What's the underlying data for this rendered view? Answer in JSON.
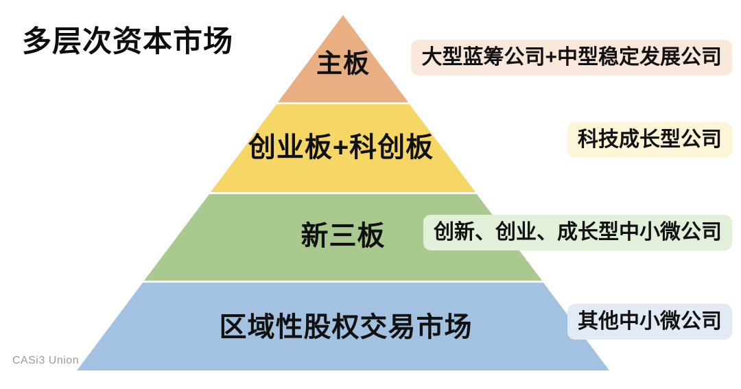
{
  "page": {
    "title": "多层次资本市场",
    "watermark": "CASi3 Union"
  },
  "pyramid": {
    "tiers": [
      {
        "label": "主板",
        "fill": "#E9AE82",
        "annotation": "大型蓝筹公司+中型稳定发展公司",
        "annotation_bg": "#FAE8DB"
      },
      {
        "label": "创业板+科创板",
        "fill": "#F6D664",
        "annotation": "科技成长型公司",
        "annotation_bg": "#FDF5D7"
      },
      {
        "label": "新三板",
        "fill": "#A9C98E",
        "annotation": "创新、创业、成长型中小微公司",
        "annotation_bg": "#E3F0D9"
      },
      {
        "label": "区域性股权交易市场",
        "fill": "#A3C1E1",
        "annotation": "其他中小微公司",
        "annotation_bg": "#E2EAF5"
      }
    ]
  }
}
